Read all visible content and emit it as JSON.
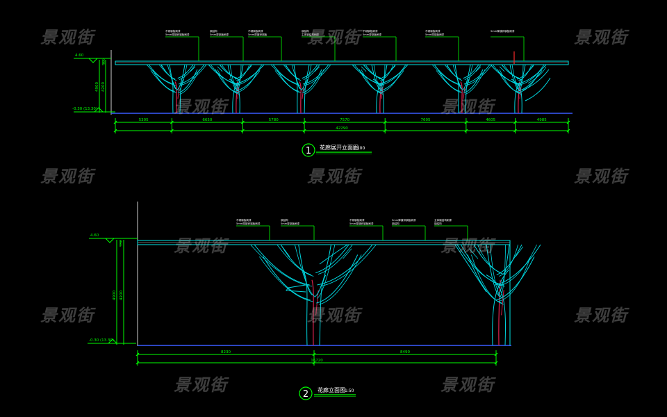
{
  "colors": {
    "background": "#000000",
    "dimension": "#00ff00",
    "beam": "#00e5e5",
    "tree_outline": "#00d7e0",
    "tree_core": "#d0204a",
    "ground": "#3a5cff",
    "leader": "#ffffff",
    "watermark": "#bebebe"
  },
  "watermark": "景观街",
  "drawing1": {
    "number": "1",
    "title": "花廊展开立面图",
    "scale": "1:100",
    "elev_top": "4.60",
    "elev_ground": "-0.30 (13.30)",
    "beam_height": "300",
    "height_a": "4900",
    "height_b": "4200",
    "segments": [
      "5305",
      "6650",
      "5780",
      "7570",
      "7605",
      "4605",
      "4985"
    ],
    "total": "42290",
    "notes": [
      "不锈钢板刷漆",
      "5mm厚镀锌钢板刷漆",
      "钢结构",
      "5mm厚钢板刷漆",
      "不锈钢板刷漆",
      "5mm厚镀锌钢板",
      "钢结构",
      "主体钢结构刷漆",
      "不锈钢板刷漆",
      "5mm厚钢板刷漆",
      "不锈钢板刷漆",
      "5mm厚钢板刷漆",
      "5mm厚镀锌钢板刷漆"
    ]
  },
  "drawing2": {
    "number": "2",
    "title": "花廊立面图",
    "scale": "1:50",
    "elev_top": "4.60",
    "elev_ground": "-0.30 (13.30)",
    "beam_height": "150",
    "height_a": "4900",
    "height_b": "4200",
    "segments": [
      "8230",
      "8490"
    ],
    "total": "16720",
    "notes": [
      "不锈钢板刷漆",
      "5mm厚镀锌钢板刷漆",
      "钢结构",
      "5mm厚钢板刷漆",
      "不锈钢板刷漆",
      "5mm厚镀锌钢板刷漆",
      "5mm厚镀锌钢板刷漆",
      "钢结构",
      "主体钢结构刷漆",
      "钢结构"
    ]
  }
}
